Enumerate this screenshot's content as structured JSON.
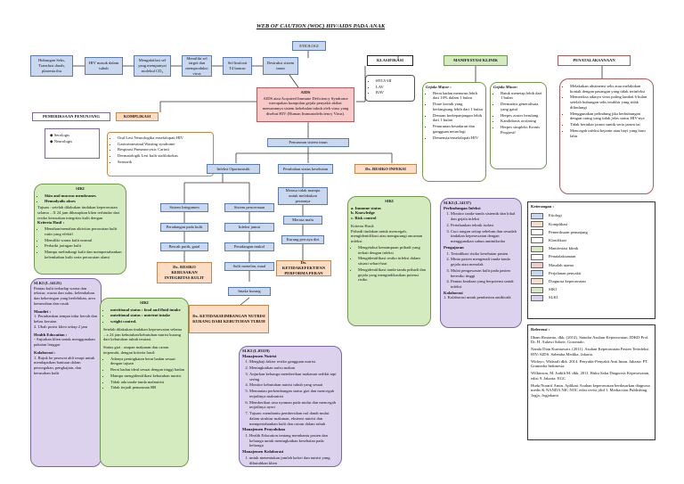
{
  "title": "WEB OF CAUTION (WOC) HIV/AIDS PADA ANAK",
  "etiologi": "ETIOLOGI",
  "chain": [
    "Hubungan Seks, Transfusi darah, plasenta ibu",
    "HIV masuk dalam tubuh",
    "Mengaktifasi sel yang mempunyai molekul CD₄",
    "Memiliki sel target dan memproduksi virus",
    "Sel limfosit T4 hancur",
    "Destruksi sistem imun"
  ],
  "aids": {
    "title": "AIDS",
    "text": "AIDS atau Acquired Immune Deficiency Syndrome merupakan kumpulan gejala penyakit akibat menurunnya sistem kekebalan tubuh oleh virus yang disebut HIV (Human Immunodeficiency Virus)."
  },
  "penunjang": {
    "label": "PEMERIKSAAN PENUNJANG",
    "items": [
      "Serologis",
      "Neurologis"
    ]
  },
  "komplikasi": {
    "label": "KOMPLIKASI",
    "items": [
      "Oral Lesi Neurologika ensefalopati HIV",
      "Gastrointestinal Wasting syndrome",
      "Respirasi Pneumocystic Carinii",
      "Dermatologik Lesi kulit stafilokokus",
      "Sensorik"
    ]
  },
  "klasifikasi": {
    "label": "KLASIFIKASI",
    "items": [
      "HTLV-III",
      "LAV",
      "RAV"
    ]
  },
  "manifestasi": {
    "label": "MANIFESTASI KLINIK",
    "mayor": {
      "title": "Gejala Mayor :",
      "items": [
        "Berat badan menurun lebih dari 10% dalam 1 bulan",
        "Diare kronik yang berlangsung lebih dari 1 bulan",
        "Demam berkepanjangan lebih dari 1 bulan",
        "Penurunan kesadaran dan gangguan neurologi",
        "Demensia/ensefalopati HIV"
      ]
    },
    "minor": {
      "title": "Gejala Minor:",
      "items": [
        "Batuk menetap lebih dari 1 bulan",
        "Dermatitis generalisata yang gatal",
        "Herpes zoster berulang",
        "Kandidiasis orofaring",
        "Herpes simpleks Kronis Progresif"
      ]
    }
  },
  "penatalaksanaan": {
    "label": "PENATALAKSANAAN",
    "items": [
      "Melakukan abstinensi seks atau melakukan kontak dengan pasangan yang tidak terinfeksi",
      "Memeriksa adanya virus paling lambat 6 bulan setelah hubungan seks terakhir yang tidak dilindungi",
      "Menggunakan pelindung jika berhubungan dengan orang yang tidak jelas status HIV-nya",
      "Tidak bertukar jarum suntik serta jarum tai",
      "Mencegah infeksi kejanin atau bayi yang baru lahir"
    ]
  },
  "penurunan": "Penurunan sistem imun",
  "infeksi_oportunistik": "Infeksi Oportunistik",
  "perubahan_kesehatan": "Perubahan status kesehatan",
  "risiko_infeksi": "Dx. RESIKO INFEKSI",
  "left_chain": [
    "Sistem Integumen",
    "Peradangan pada kulit",
    "Bercak putih, gatal"
  ],
  "dx_integritas": "Dx. RESIKO KERUSAKAN INTEGRITAS KULIT",
  "mid_chain": [
    "Sistem pencernaan",
    "Infeksi jamur",
    "Peradangan mukol",
    "Sulit menelan, mual",
    "Intake kurang"
  ],
  "dx_nutrisi": "Dx. KETIDAKSEIMBANGAN NUTRISI KURANG DARI KEBUTUHAN TUBUH",
  "right_chain": [
    "Merasa tidak mampu untuk melakukan perannya",
    "Merasa malu",
    "Kurang percaya diri"
  ],
  "dx_peran": "Dx. KETIDAKEFEKTIFAN PERFORMA PERAN",
  "siki_integritas": {
    "title": "SIKI",
    "items": [
      "Skin and mucous membranes",
      "Hemodyalis akses"
    ],
    "tujuan": "Tujuan : setelah dilakukan tindakan keperawatan selama ...X 24 jam diharapkan klien terhindar dari resiko kerusakan integritas kulit dengan",
    "kriteria_title": "Kriteria Hasil :",
    "kriteria": [
      "Menahan/menahan aktivitas perawatan kulit rutin yang efektif",
      "Memiliki warna kulit normal",
      "Perbaiki jaringan kulit",
      "Mampu melindungi kulit dan mempertahankan kelembaban kulit serta perawatan alami"
    ]
  },
  "slki_integritas": {
    "title": "SLKI (L.14125)",
    "intro": "Pantau kulit terhadap warna dan tekstur, warna dan suhu, kelembaban dan kekeringan yang berlebihan, area kemerahan dan rusak",
    "mandiri_title": "Mandiri :",
    "mandiri": [
      "1. Pertahankan tempat tidur bersih dan bebas kerutan",
      "2. Ubah posisi klien setiap 2 jam"
    ],
    "edu_title": "Health Education :",
    "edu": [
      "- Anjurkan klien untuk menggunakan pakaian longgar"
    ],
    "kolab_title": "Kolaborasi :",
    "kolab": [
      "1. Rujuk ke perawat ahli terapi untuk mendapatkan bantuan dalam pencegahan, pengkajian, dan kerusakan kulit"
    ]
  },
  "siki_infeksi": {
    "title": "SIKI",
    "items": [
      "a. Immune status",
      "b. Knowledge",
      "c. Risk control"
    ],
    "kriteria_title": "Kriteria Hasil:",
    "intro": "Pribadi tindakan untuk mencegah, mengidentifikasi atau mengurangi ancaman infeksi",
    "kriteria": [
      "Mengetahui kemampuan pribadi yang terkait dengan infeksi",
      "Mengidentifikasi resiko infeksi dalam situasi sehari-hari",
      "Mengidentifikasi tanda-tanda pribadi dan gejala yang mengindikasikan potensi risiko"
    ]
  },
  "slki_infeksi": {
    "title": "SLKI (L.14137)",
    "sub": "Perlindungan Infeksi",
    "items": [
      "Monitor tanda-tanda sistemik dan lokal dan gejala infeksi",
      "Pertahankan teknik isolasi",
      "Cuci tangan setiap sebelum dan sesudah tindakan keperawatan dengan menggunakan sabun antimikroba"
    ],
    "pengajaran_title": "Pengajaran",
    "pengajaran": [
      "Terindikasi risiko kesehatan pasien",
      "Minta pasien mengenali tanda-tanda gejala atau menolak",
      "Mulai pengawasan kulit pada pasien beresiko tinggi",
      "Pantau keadaan yang berpotensi untuk infeksi"
    ],
    "kolab_title": "Kolaborasi",
    "kolab": [
      "1. Kolaborasi untuk pemberian antibiotik"
    ]
  },
  "siki_nutrisi": {
    "title": "SIKI",
    "items": [
      "nutritional status : food and fluid intake",
      "nutritional status : nutrient intake",
      "weight control."
    ],
    "tujuan": "Setelah dilakukan tindakan keperawatan selama ...x 24 jam kebutuhan/kebutuhan nutrisi kurang dari kebutuhan tubuh teratasi.",
    "status": "Status gizi : asupan makanan dan cairan terpenuhi, dengan kriteria hasil:",
    "kriteria": [
      "Adanya peningkatan berat badan sesuai dengan tujuan",
      "Berat badan ideal sesuai dengan tinggi badan",
      "Mampu mengidentifikasi kebutuhan nutrisi",
      "Tidak ada tanda-tanda malnutrisi",
      "Tidak terjadi penurunan BB"
    ]
  },
  "slki_nutrisi": {
    "title": "SLKI (L.03119)",
    "sub": "Manajemen Nutrisi",
    "items": [
      "Mengkaji faktor resiko gangguan nutrisi",
      "Meningkatkan nafsu makan",
      "Anjurkan keluarga memberikan makanan sedikit tapi sering",
      "Monitor kebutuhan nutrisi tubuh yang sesuai",
      "Memantau perkembangan status gizi dan mencegah terjadinya malnutrisi",
      "Memberikan rasa nyaman pada mulut dan mencegah terjadinya nyeri",
      "Tujuan: membantu pembersihan nol dandi mulut dalam struktur makanan, ekstensi nutrisi dan mempertahankan kulit dan cairan dalam tubuh"
    ],
    "penyuluhan_title": "Manajemen Penyuluhan",
    "penyuluhan": [
      "Health Education tentang membantu pasien dan keluarga untuk meningkatkan kesehatan pada keluarga"
    ],
    "kolab_title": "Manajemen Kolaborasi",
    "kolab": [
      "untuk menentukan jumlah kalori dan nutrisi yang dibutuhkan klien"
    ]
  },
  "legend": {
    "title": "Keterangan :",
    "items": [
      {
        "label": "Etiologi",
        "color": "#c9d8ee"
      },
      {
        "label": "Komplikasi",
        "color": "#fbdcc4"
      },
      {
        "label": "Pemeriksaan penunjang",
        "color": "#ffffff"
      },
      {
        "label": "Klasifikasi",
        "color": "#ffffff"
      },
      {
        "label": "Manifestasi klinik",
        "color": "#d4ebc0"
      },
      {
        "label": "Penatalaksanaan",
        "color": "#ffffff"
      },
      {
        "label": "Masalah utama",
        "color": "#f8c9c9"
      },
      {
        "label": "Perjalanan penyakit",
        "color": "#c9d8ee"
      },
      {
        "label": "Diagnosa keperawatan",
        "color": "#fbdcc4"
      },
      {
        "label": "SIKI",
        "color": "#d4ebc0"
      },
      {
        "label": "SLKI",
        "color": "#dcd2ee"
      }
    ]
  },
  "references": {
    "title": "Referensi :",
    "items": [
      "Ilham Rosianto, dkk. (2014). Standar Asuhan Keperawatan. IDKD Prof. Dr. H. Aulawi Sabrie, Gorontalo.",
      "Nanda Dian Kurniawati. (2011). Asuhan Keperawatan Pasien Terinfeksi HIV/AIDS. Salemba Medika, Jakarta.",
      "Widoyo, Widarali dkk. 2014. Penyakit-Penyakit Anti Imun. Jakarta: PT. Gramedia Indonesia.",
      "Wilkinson, M. Judith M. dkk. 2011. Buku Saku Diagnosis Keperawatan, edisi 9. Jakarta: EGC",
      "Huda Nurarif Amin. Aplikasi Asuhan keperawatan berdasarkan diagnosa medis & NANDA NIC NOC edisi revisi jilid 1. Mediaction Publishing Jogja, Jogjakarta"
    ]
  }
}
